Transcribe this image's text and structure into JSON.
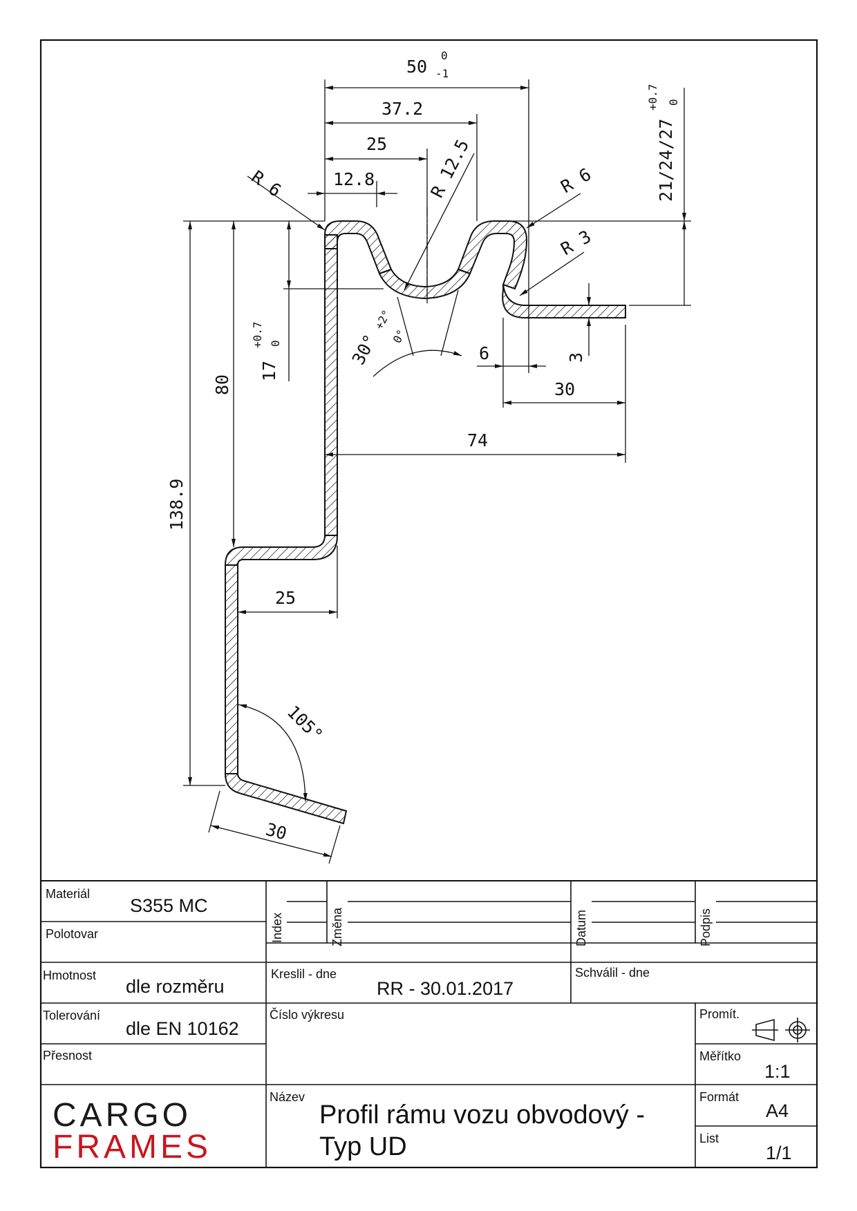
{
  "drawing": {
    "dimensions": {
      "overall_width": "50",
      "overall_width_tol_upper": "0",
      "overall_width_tol_lower": "-1",
      "width_37": "37.2",
      "width_25_top": "25",
      "width_12": "12.8",
      "radius_left": "R 6",
      "radius_center": "R 12.5",
      "radius_right": "R 6",
      "radius_small": "R 3",
      "height_options": "21/24/27",
      "height_options_tol_upper": "+0.7",
      "height_options_tol_lower": "0",
      "depth_17": "17",
      "depth_17_tol_upper": "+0.7",
      "depth_17_tol_lower": "0",
      "height_80": "80",
      "height_total": "138.9",
      "angle_30": "30°",
      "angle_30_tol_upper": "+2°",
      "angle_30_tol_lower": "0°",
      "gap_6": "6",
      "thickness_3": "3",
      "flange_30": "30",
      "span_74": "74",
      "offset_25": "25",
      "angle_105": "105°",
      "leg_30": "30"
    }
  },
  "title_block": {
    "material_label": "Materiál",
    "material_value": "S355 MC",
    "semi_product_label": "Polotovar",
    "weight_label": "Hmotnost",
    "weight_value": "dle rozměru",
    "tolerance_label": "Tolerování",
    "tolerance_value": "dle EN 10162",
    "accuracy_label": "Přesnost",
    "index_label": "Index",
    "change_label": "Změna",
    "date_label": "Datum",
    "signature_label": "Podpis",
    "drawn_label": "Kreslil - dne",
    "drawn_value": "RR - 30.01.2017",
    "approved_label": "Schválil - dne",
    "drawing_number_label": "Číslo výkresu",
    "projection_label": "Promít.",
    "scale_label": "Měřítko",
    "scale_value": "1:1",
    "format_label": "Formát",
    "format_value": "A4",
    "sheet_label": "List",
    "sheet_value": "1/1",
    "name_label": "Název",
    "name_line1": "Profil rámu vozu obvodový -",
    "name_line2": "Typ UD",
    "logo_line1": "CARGO",
    "logo_line2": "FRAMES"
  },
  "colors": {
    "logo_dark": "#1a1a1a",
    "logo_red": "#c8171e"
  }
}
